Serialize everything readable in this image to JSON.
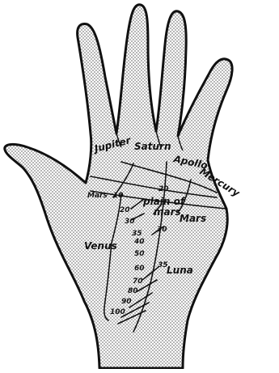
{
  "colors": {
    "ink": "#111111",
    "stipple": "#8a8a8a",
    "paper": "#ffffff"
  },
  "mounts": {
    "jupiter": "Jupiter",
    "saturn": "Saturn",
    "apollo": "Apollo",
    "mercury": "Mercury",
    "mars_upper": "Mars",
    "plain_of_mars_1": "plain of",
    "plain_of_mars_2": "mars",
    "mars_lower": "Mars",
    "venus": "Venus",
    "luna": "Luna"
  },
  "ages": {
    "a10": "10",
    "a20": "20",
    "a30": "30",
    "a35": "35",
    "a40": "40",
    "a50": "50",
    "a60": "60",
    "a70": "70",
    "a80": "80",
    "a90": "90",
    "a100": "100",
    "f20": "20",
    "f30": "30",
    "f35": "35"
  }
}
